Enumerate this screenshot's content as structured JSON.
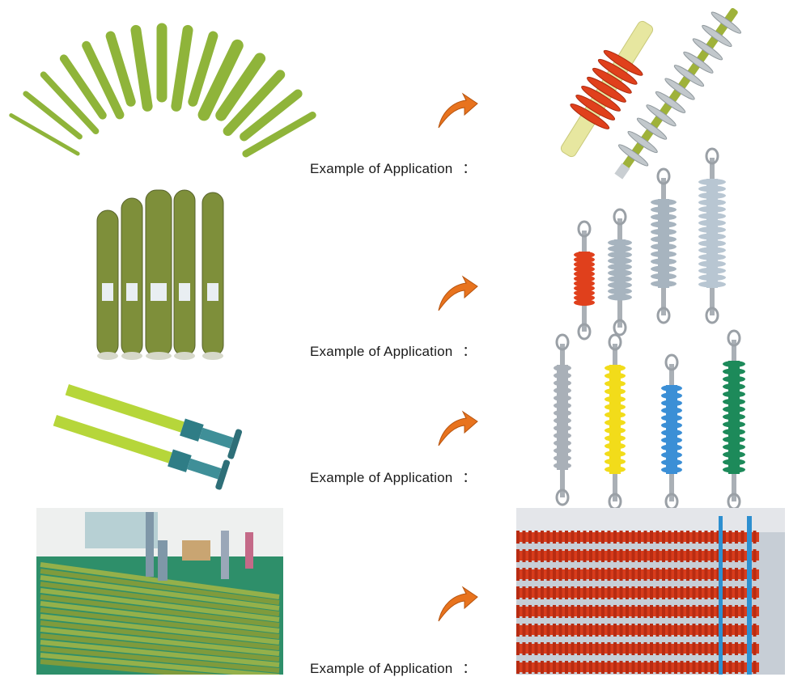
{
  "rows": [
    {
      "caption": "Example of Application",
      "separator": "："
    },
    {
      "caption": "Example of Application",
      "separator": "："
    },
    {
      "caption": "Example of Application",
      "separator": "："
    },
    {
      "caption": "Example of Application",
      "separator": "："
    }
  ],
  "colors": {
    "rod_green": "#8fb43a",
    "tube_olive": "#7e8f3a",
    "arrow_orange": "#e8731e",
    "silicone_red": "#e0401c",
    "silicone_grey": "#a7b4bf",
    "silicone_yellow": "#f2dc1a",
    "silicone_blue": "#3b8fd6",
    "silicone_green": "#1d8a5a"
  }
}
